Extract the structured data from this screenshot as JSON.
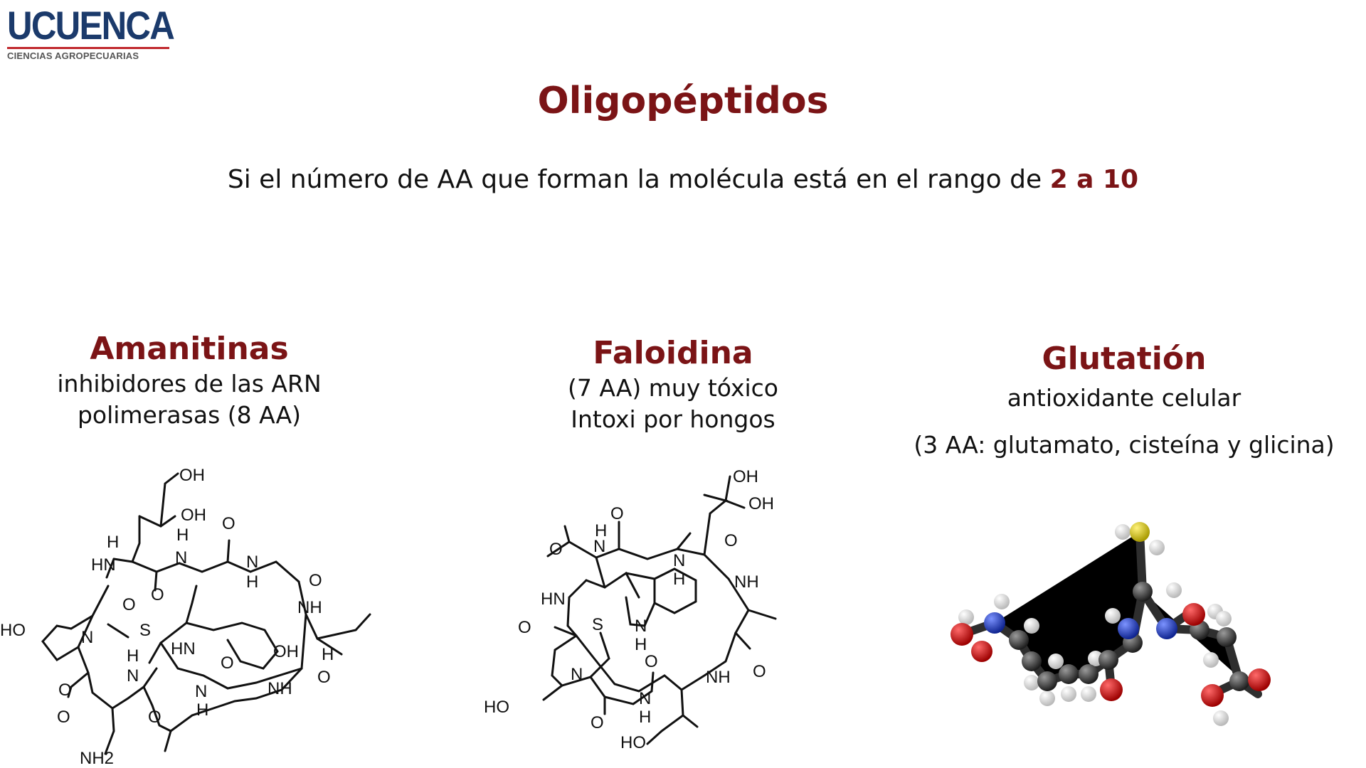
{
  "logo": {
    "name": "UCUENCA",
    "subtitle": "CIENCIAS AGROPECUARIAS"
  },
  "slide": {
    "title": "Oligopéptidos",
    "subtitle_main": "Si el número de AA que forman la molécula está en el rango de",
    "subtitle_range": "2 a 10"
  },
  "peptides": [
    {
      "name": "Amanitinas",
      "line1": "inhibidores de las ARN",
      "line2": "polimerasas (8 AA)"
    },
    {
      "name": "Faloidina",
      "line1": "(7 AA) muy tóxico",
      "line2": "Intoxi por hongos"
    },
    {
      "name": "Glutatión",
      "line1": "antioxidante celular",
      "line2": "(3 AA: glutamato, cisteína y glicina)"
    }
  ],
  "structure_labels": {
    "amanitin": [
      "OH",
      "OH",
      "H",
      "H",
      "O",
      "HN",
      "N",
      "N",
      "H",
      "O",
      "O",
      "NH",
      "HO",
      "N",
      "O",
      "S",
      "HN",
      "OH",
      "H",
      "O",
      "H",
      "N",
      "O",
      "N",
      "H",
      "O",
      "NH",
      "O",
      "O",
      "NH2"
    ],
    "phalloidin": [
      "OH",
      "OH",
      "H",
      "N",
      "O",
      "O",
      "N",
      "H",
      "O",
      "NH",
      "HN",
      "S",
      "N",
      "H",
      "O",
      "N",
      "O",
      "HO",
      "O",
      "N",
      "H",
      "NH",
      "O",
      "HO"
    ]
  },
  "model_colors": {
    "carbon": "#3a3a3a",
    "hydrogen": "#f2f2f2",
    "oxygen": "#d10a0a",
    "nitrogen": "#1f3fd0",
    "sulfur": "#e3d21c"
  }
}
